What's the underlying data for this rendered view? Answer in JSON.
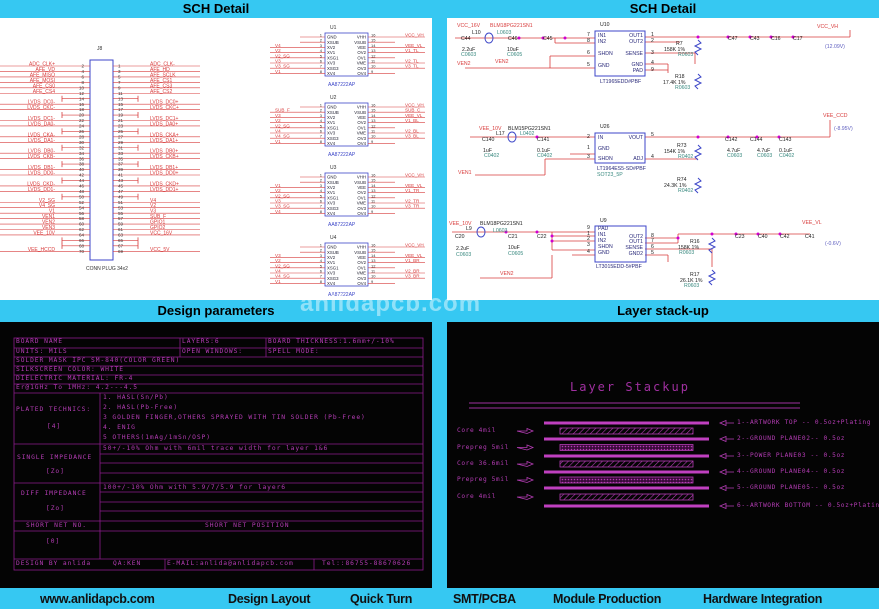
{
  "headers": {
    "sch_left": "SCH Detail",
    "sch_right": "SCH Detail",
    "design_params": "Design parameters",
    "layer_stackup": "Layer stack-up"
  },
  "watermark": "anlidapcb.com",
  "colors": {
    "banner": "#36c8f2",
    "wire": "#d83c3c",
    "chip": "#3c46c8",
    "cad_line": "#8c1c8c",
    "cad_text": "#b43cb4"
  },
  "left_schematic": {
    "connector": {
      "ref": "J8",
      "part": "CONN PLUG 34x2",
      "even_pins": [
        {
          "pin": "2",
          "net": "ADC_CLK+"
        },
        {
          "pin": "4",
          "net": "AFE_VD"
        },
        {
          "pin": "6",
          "net": "AFE_MISO"
        },
        {
          "pin": "8",
          "net": "AFE_MOSI"
        },
        {
          "pin": "10",
          "net": "AFE_CS0"
        },
        {
          "pin": "12",
          "net": "AFE_CS4"
        },
        {
          "pin": "14",
          "net": ""
        },
        {
          "pin": "16",
          "net": "LVDS_DC0-"
        },
        {
          "pin": "18",
          "net": "LVDS_CKC-"
        },
        {
          "pin": "20",
          "net": ""
        },
        {
          "pin": "22",
          "net": "LVDS_DC1-"
        },
        {
          "pin": "24",
          "net": "LVDS_DA0-"
        },
        {
          "pin": "26",
          "net": ""
        },
        {
          "pin": "28",
          "net": "LVDS_CKA-"
        },
        {
          "pin": "30",
          "net": "LVDS_DA1-"
        },
        {
          "pin": "32",
          "net": ""
        },
        {
          "pin": "34",
          "net": "LVDS_DB0-"
        },
        {
          "pin": "36",
          "net": "LVDS_CKB-"
        },
        {
          "pin": "38",
          "net": ""
        },
        {
          "pin": "40",
          "net": "LVDS_DB1-"
        },
        {
          "pin": "42",
          "net": "LVDS_DD0-"
        },
        {
          "pin": "44",
          "net": ""
        },
        {
          "pin": "46",
          "net": "LVDS_CKD-"
        },
        {
          "pin": "48",
          "net": "LVDS_DD1-"
        },
        {
          "pin": "50",
          "net": ""
        },
        {
          "pin": "52",
          "net": "V2_SG"
        },
        {
          "pin": "54",
          "net": "V4_SG"
        },
        {
          "pin": "56",
          "net": "V1"
        },
        {
          "pin": "58",
          "net": "VEN1"
        },
        {
          "pin": "60",
          "net": "VEN2"
        },
        {
          "pin": "62",
          "net": "VEN3"
        },
        {
          "pin": "64",
          "net": "VEE_10V"
        },
        {
          "pin": "66",
          "net": ""
        },
        {
          "pin": "68",
          "net": ""
        },
        {
          "pin": "70",
          "net": "VEE_HCCD"
        }
      ],
      "odd_pins": [
        {
          "pin": "1",
          "net": "ADC_CLK-"
        },
        {
          "pin": "3",
          "net": "AFE_HD"
        },
        {
          "pin": "5",
          "net": "AFE_SCLK"
        },
        {
          "pin": "7",
          "net": "AFE_CS1"
        },
        {
          "pin": "9",
          "net": "AFE_CS3"
        },
        {
          "pin": "11",
          "net": "AFE_CS2"
        },
        {
          "pin": "13",
          "net": ""
        },
        {
          "pin": "15",
          "net": "LVDS_DC0+"
        },
        {
          "pin": "17",
          "net": "LVDS_CKC+"
        },
        {
          "pin": "19",
          "net": ""
        },
        {
          "pin": "21",
          "net": "LVDS_DC1+"
        },
        {
          "pin": "23",
          "net": "LVDS_DA0+"
        },
        {
          "pin": "25",
          "net": ""
        },
        {
          "pin": "27",
          "net": "LVDS_CKA+"
        },
        {
          "pin": "29",
          "net": "LVDS_DA1+"
        },
        {
          "pin": "31",
          "net": ""
        },
        {
          "pin": "33",
          "net": "LVDS_DB0+"
        },
        {
          "pin": "35",
          "net": "LVDS_CKB+"
        },
        {
          "pin": "37",
          "net": ""
        },
        {
          "pin": "39",
          "net": "LVDS_DB1+"
        },
        {
          "pin": "41",
          "net": "LVDS_DD0+"
        },
        {
          "pin": "43",
          "net": ""
        },
        {
          "pin": "45",
          "net": "LVDS_CKD+"
        },
        {
          "pin": "47",
          "net": "LVDS_DD1+"
        },
        {
          "pin": "49",
          "net": ""
        },
        {
          "pin": "51",
          "net": "V4"
        },
        {
          "pin": "53",
          "net": "V2"
        },
        {
          "pin": "55",
          "net": "V3"
        },
        {
          "pin": "57",
          "net": "SUB_F"
        },
        {
          "pin": "59",
          "net": "GPIO1"
        },
        {
          "pin": "61",
          "net": "GPIO2"
        },
        {
          "pin": "63",
          "net": "VCC_16V"
        },
        {
          "pin": "65",
          "net": ""
        },
        {
          "pin": "67",
          "net": ""
        },
        {
          "pin": "69",
          "net": "VCC_5V"
        }
      ]
    },
    "drivers": {
      "part": "AA87222AP",
      "left_pins": [
        "GND",
        "XSUB",
        "XV2",
        "XV1",
        "XSG1",
        "XV3",
        "XSG3",
        "XV4"
      ],
      "right_pins": [
        "VHH",
        "VSUB",
        "VEE",
        "OV2",
        "OV1",
        "VME",
        "OV3",
        "OV4"
      ],
      "chips": [
        {
          "ref": "U1",
          "in_nets": [
            "",
            "",
            "V4",
            "V2",
            "V2_SG",
            "V3",
            "V3_SG",
            "V1"
          ],
          "out_nets": [
            "VCC_VH",
            "",
            "VEE_VL",
            "V1_TL",
            "",
            "V2_TL",
            "V3_TL",
            ""
          ]
        },
        {
          "ref": "U2",
          "in_nets": [
            "",
            "SUB_F",
            "V3",
            "V2",
            "V2_SG",
            "V4",
            "V4_SG",
            "V1"
          ],
          "out_nets": [
            "VCC_VH",
            "SUB_C",
            "VEE_VL",
            "V1_BL",
            "",
            "V2_BL",
            "V3_BL",
            ""
          ]
        },
        {
          "ref": "U3",
          "in_nets": [
            "",
            "",
            "V1",
            "V2",
            "V2_SG",
            "V3",
            "V3_SG",
            "V4"
          ],
          "out_nets": [
            "VCC_VH",
            "",
            "VEE_VL",
            "V1_TR",
            "",
            "V2_TR",
            "V3_TR",
            ""
          ]
        },
        {
          "ref": "U4",
          "in_nets": [
            "",
            "",
            "V3",
            "V2",
            "V2_SG",
            "V4",
            "V4_SG",
            "V1"
          ],
          "out_nets": [
            "VCC_VH",
            "",
            "VEE_VL",
            "V1_BR",
            "",
            "V2_BR",
            "V3_BR",
            ""
          ]
        }
      ]
    }
  },
  "right_schematic": {
    "labels": [
      "VCC_16V",
      "BLM18PG221SN1",
      "L10",
      "L0603",
      "C44",
      "2.2uF",
      "C0603",
      "C46",
      "10uF",
      "C0605",
      "C45",
      "VEN2",
      "VEN2",
      "U10",
      "IN1",
      "IN2",
      "SHDN",
      "GND",
      "OUT1",
      "OUT2",
      "SENSE",
      "GND",
      "PAD",
      "7",
      "8",
      "6",
      "5",
      "1",
      "2",
      "3",
      "4",
      "9",
      "LT1965EDD#PBF",
      "R7",
      "158K 1%",
      "R0603",
      "R18",
      "17.4K 1%",
      "R0603",
      "C47",
      "C43",
      "C16",
      "C17",
      "VCC_VH",
      "(12.09V)",
      "VEE_10V",
      "BLM15PG221SN1",
      "L17",
      "L0402",
      "C140",
      "1uF",
      "C0402",
      "C141",
      "0.1uF",
      "C0402",
      "U26",
      "IN",
      "GND",
      "SHDN",
      "VOUT",
      "ADJ",
      "2",
      "1",
      "3",
      "5",
      "4",
      "LT1964ES5-SD#PBF",
      "SOT23_5P",
      "VEN1",
      "R73",
      "154K 1%",
      "R0402",
      "R74",
      "24.3K 1%",
      "R0402",
      "C142",
      "4.7uF",
      "C0603",
      "C144",
      "4.7uF",
      "C0603",
      "C143",
      "0.1uF",
      "C0402",
      "VEE_CCD",
      "(-8.95V)",
      "VEE_10V",
      "BLM18PG221SN1",
      "L9",
      "L0603",
      "C20",
      "2.2uF",
      "C0603",
      "C21",
      "10uF",
      "C0605",
      "C22",
      "U9",
      "PAD",
      "IN1",
      "IN2",
      "SHDN",
      "GND",
      "OUT2",
      "OUT1",
      "SENSE",
      "GND2",
      "9",
      "1",
      "2",
      "3",
      "4",
      "8",
      "7",
      "6",
      "5",
      "LT3015EDD-5#PBF",
      "VEN2",
      "R16",
      "158K 1%",
      "R0603",
      "R17",
      "26.1K 1%",
      "R0603",
      "C23",
      "C40",
      "C42",
      "C41",
      "VEE_VL",
      "(-0.6V)"
    ]
  },
  "design_params": {
    "board_name": "BOARD NAME",
    "layers": "LAYERS:6",
    "board_thickness": "BOARD THICKNESS:1.6mm+/-10%",
    "units": "UNITS:      MILS",
    "open_windows": "OPEN WINDOWS:",
    "spell_mode": "SPELL MODE:",
    "solder_mask": "SOLDER MASK IPC SM-840(COLOR GREEN)",
    "silkscreen": "SILKSCREEN COLOR:    WHITE",
    "dielectric": "DIELECTRIC MATERIAL: FR-4",
    "er": "Er@1GHz To 1MHz:      4.2---4.5",
    "plated_label": "PLATED TECHNICS:",
    "plated_value": "[4]",
    "plated_options": [
      "1. HASL(Sn/Pb)",
      "2. HASL(Pb-Free)",
      "3  GOLDEN FINGER,OTHERS SPRAYED WITH TIN SOLDER (Pb-Free)",
      "4. ENIG",
      "5  OTHERS(1mAg/1mSn/OSP)"
    ],
    "single_label": "SINGLE IMPEDANCE",
    "single_value": "[Zo]",
    "single_spec": "50+/-10% Ohm with 6mil trace width for layer 1&6",
    "diff_label": "DIFF IMPEDANCE",
    "diff_value": "[Zo]",
    "diff_spec": "100+/-10% Ohm with 5.9/7/5.9 for layer6",
    "short_net_no": "SHORT NET NO.",
    "short_net_position": "SHORT NET POSITION",
    "short_net_value": "[0]",
    "design_by": "DESIGN BY anlida",
    "qa": "QA:KEN",
    "email": "E-MAIL:anlida@anlidapcb.com",
    "tel": "Tel::86755-88670626"
  },
  "layer_stackup": {
    "title": "Layer Stackup",
    "dielectrics": [
      {
        "label": "Core     4mil",
        "type": "core"
      },
      {
        "label": "Prepreg  5mil",
        "type": "prepreg"
      },
      {
        "label": "Core 36.6mil",
        "type": "core"
      },
      {
        "label": "Prepreg  5mil",
        "type": "prepreg"
      },
      {
        "label": "Core     4mil",
        "type": "core"
      }
    ],
    "layers": [
      "1--ARTWORK TOP    -- 0.5oz+Plating",
      "2--GROUND PLANE02-- 0.5oz",
      "3--POWER PLANE03 -- 0.5oz",
      "4--GROUND PLANE04-- 0.5oz",
      "5--GROUND PLANE05-- 0.5oz",
      "6--ARTWORK BOTTOM -- 0.5oz+Plating"
    ]
  },
  "footer": {
    "items": [
      "www.anlidapcb.com",
      "Design Layout",
      "Quick Turn",
      "SMT/PCBA",
      "Module Production",
      "Hardware Integration"
    ]
  }
}
